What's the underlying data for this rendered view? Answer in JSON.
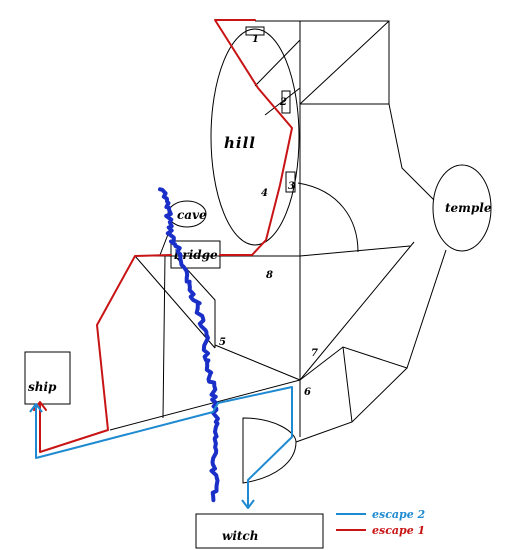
{
  "places": {
    "hill": "hill",
    "temple": "temple",
    "cave": "cave",
    "bridge": "bridge",
    "ship": "ship",
    "witch": "witch"
  },
  "numbers": [
    "1",
    "2",
    "3",
    "4",
    "5",
    "6",
    "7",
    "8"
  ],
  "legend": {
    "escape2": {
      "label": "escape 2",
      "color": "#1e8ad2"
    },
    "escape1": {
      "label": "escape 1",
      "color": "#c81414"
    }
  }
}
